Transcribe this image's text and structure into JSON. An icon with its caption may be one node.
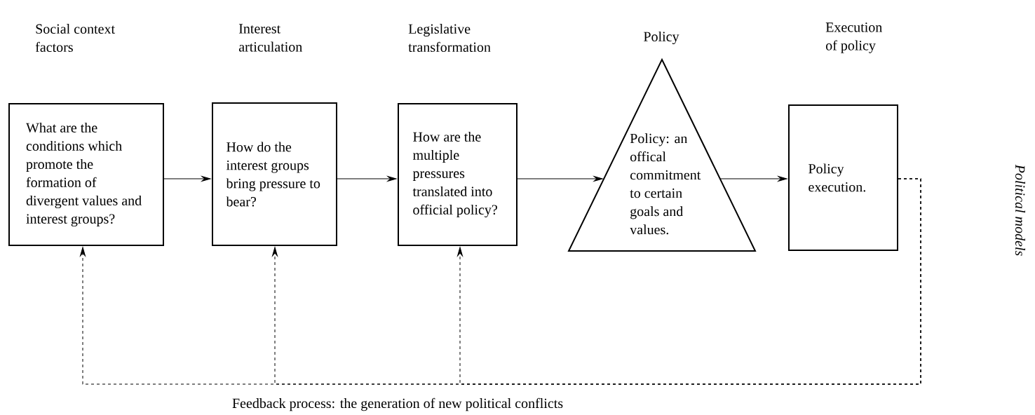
{
  "diagram": {
    "nodes": [
      {
        "text": [
          "Social context factors",
          "What are the conditions which promote the formation of divergent values and interest groups?"
        ]
      },
      {
        "text": [
          "Interest articulation",
          "How do the interest groups bring pressure to bear?"
        ]
      },
      {
        "text": [
          "Legislative transformation",
          "How are the multiple pressures translated into official policy?"
        ]
      },
      {
        "text": [
          "Policy",
          "Policy: an offical commitment to certain goals and values."
        ]
      },
      {
        "text": [
          "Execution of policy",
          "Policy execution."
        ]
      }
    ],
    "edges": [
      {
        "from": 0,
        "to": 1,
        "arrow": "to"
      },
      {
        "from": 1,
        "to": 2,
        "arrow": "to"
      },
      {
        "from": 2,
        "to": 3,
        "arrow": "to"
      },
      {
        "from": 3,
        "to": 4,
        "arrow": "to"
      },
      {
        "from": 4,
        "to": 0,
        "arrow": "to",
        "style": "dashed"
      },
      {
        "from": 4,
        "to": 1,
        "arrow": "to",
        "style": "dashed"
      },
      {
        "from": 4,
        "to": 2,
        "arrow": "to",
        "style": "dashed"
      }
    ],
    "labels": [
      "Feedback process: the generation of new political conflicts",
      "Political models"
    ]
  }
}
